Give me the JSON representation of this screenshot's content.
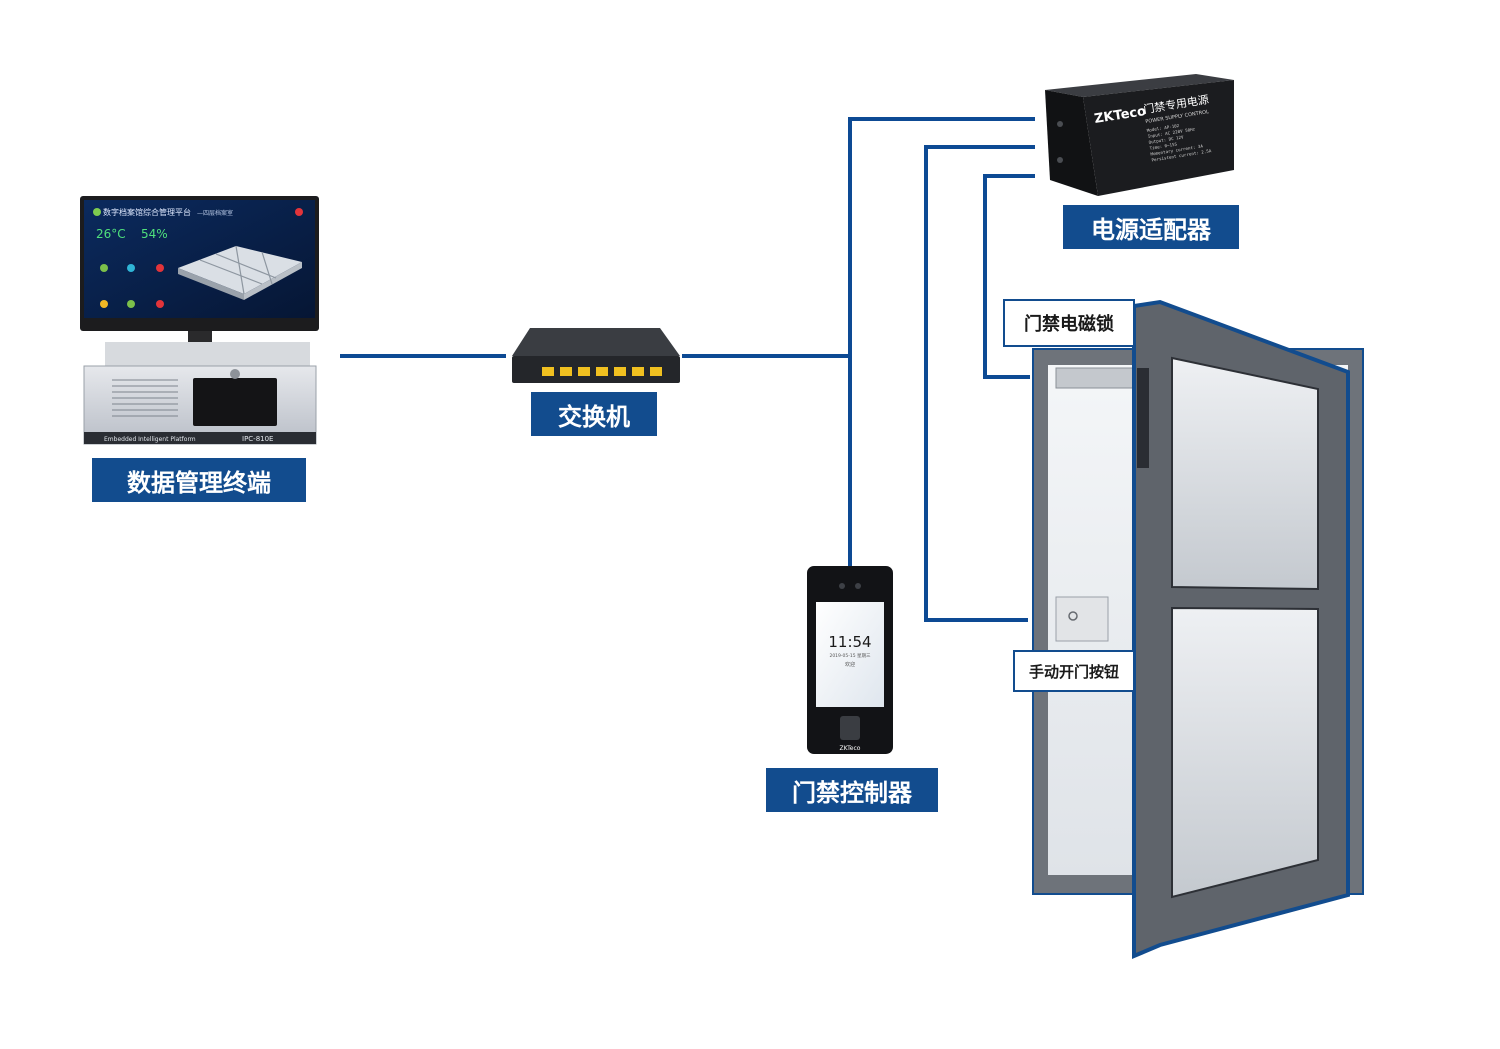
{
  "labels": {
    "terminal": "数据管理终端",
    "switch": "交换机",
    "power": "电源适配器",
    "lock": "门禁电磁锁",
    "button": "手动开门按钮",
    "controller": "门禁控制器"
  },
  "monitor": {
    "title": "数字档案馆综合管理平台",
    "subtitle": "—四层档案室",
    "temperature": "26°C",
    "humidity": "54%"
  },
  "server": {
    "brand_line": "Embedded Intelligent Platform",
    "model": "IPC-810E"
  },
  "power_box": {
    "brand": "ZKTeco",
    "title": "门禁专用电源",
    "subtitle": "POWER SUPPLY CONTROL",
    "specs": [
      "Model: AP-102",
      "Input: AC 220V 50Hz",
      "Output: DC 12V",
      "Time: 0~15S",
      "Momentary current: 3A",
      "Persistent current: 2.5A"
    ]
  },
  "controller_device": {
    "time": "11:54",
    "date": "2019-05-15 星期三",
    "greeting": "欢迎",
    "brand": "ZKTeco"
  },
  "colors": {
    "brand_blue": "#124c8e",
    "wire": "#0d4a94"
  }
}
